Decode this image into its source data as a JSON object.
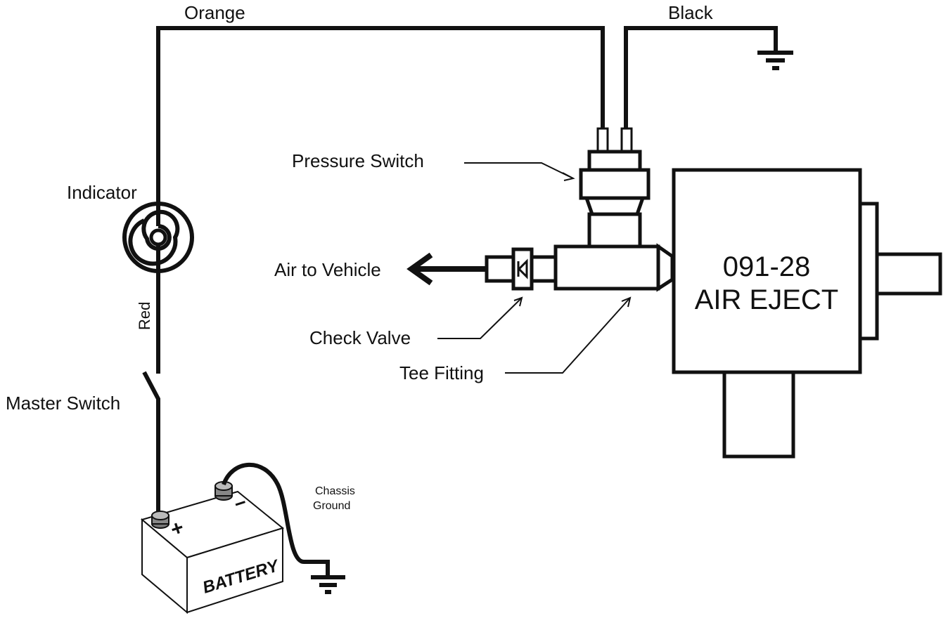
{
  "labels": {
    "orange": "Orange",
    "black": "Black",
    "pressure_switch": "Pressure Switch",
    "indicator": "Indicator",
    "air_to_vehicle": "Air to Vehicle",
    "red": "Red",
    "check_valve": "Check Valve",
    "tee_fitting": "Tee Fitting",
    "master_switch": "Master Switch",
    "chassis_ground_line1": "Chassis",
    "chassis_ground_line2": "Ground",
    "battery": "BATTERY",
    "battery_plus": "+",
    "battery_minus": "−",
    "air_eject_model": "091-28",
    "air_eject_name": "AIR EJECT"
  },
  "colors": {
    "line": "#111111",
    "background": "#ffffff"
  }
}
